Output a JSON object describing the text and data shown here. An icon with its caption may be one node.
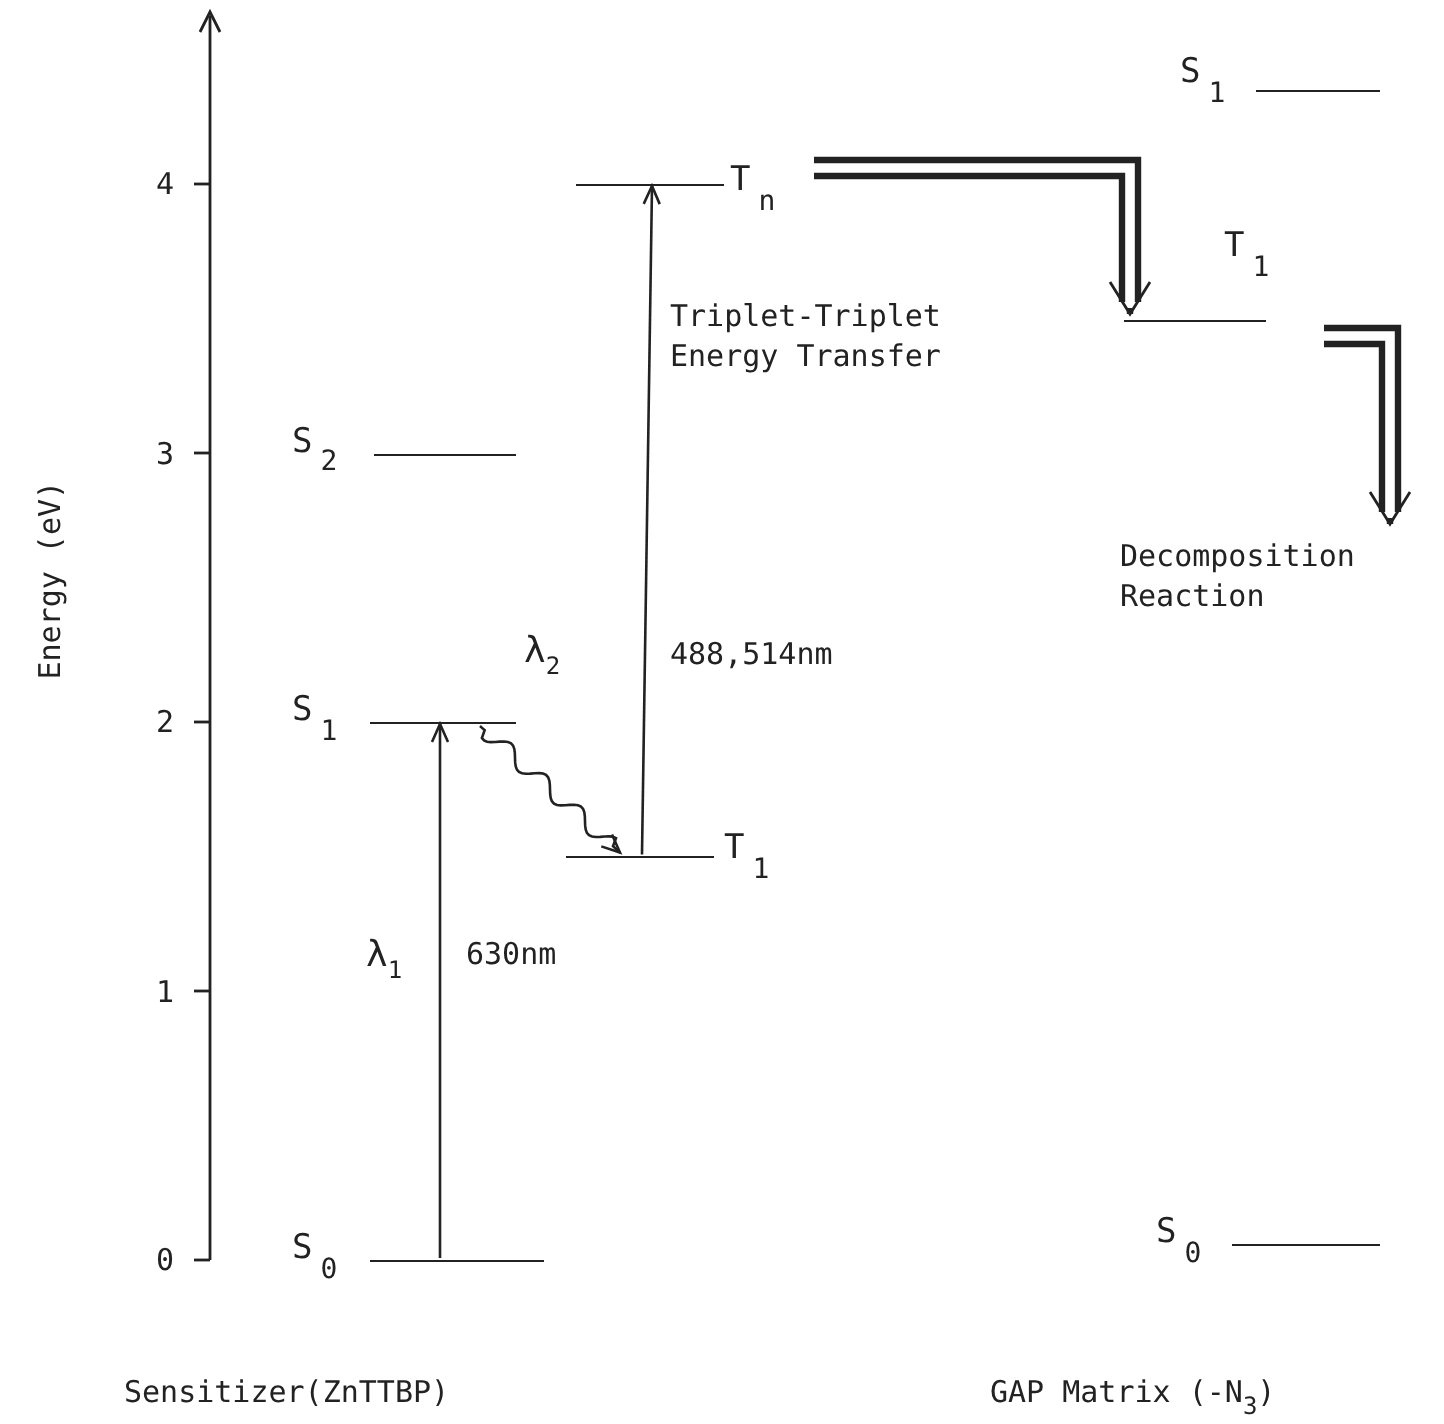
{
  "diagram": {
    "nodes": [
      {
        "text": [
          "S$_{1}$"
        ]
      },
      {
        "text": [
          "T$_{n}$"
        ]
      },
      {
        "text": [
          "T$_{1}$"
        ]
      },
      {
        "text": [
          "Decomposition Reaction"
        ]
      },
      {
        "text": [
          "S$_{2}$"
        ]
      },
      {
        "text": [
          "S$_{1}$"
        ]
      },
      {
        "text": [
          "T$_{1}$"
        ]
      },
      {
        "text": [
          "S$_{0}$"
        ]
      },
      {
        "text": [
          "S$_{0}$"
        ]
      }
    ],
    "edges": [
      {
        "from": 7,
        "to": 5,
        "arrow": "to",
        "label": "630nm"
      },
      {
        "from": 5,
        "to": 6,
        "arrow": "to"
      },
      {
        "from": 6,
        "to": 1,
        "arrow": "to",
        "label": "488,514nm"
      },
      {
        "from": 1,
        "to": 2,
        "arrow": "to",
        "style": "thick"
      },
      {
        "from": 2,
        "to": 3,
        "arrow": "to",
        "style": "thick"
      }
    ],
    "labels": [
      "4",
      "3",
      "2",
      "1",
      "0",
      "Energy (eV)",
      "λ$_{2}$",
      "Triplet-Triplet Energy Transfer",
      "λ$_{1}$",
      "Sensitizer(ZnTTBP)",
      "GAP Matrix (-N$_{3}$)"
    ]
  }
}
